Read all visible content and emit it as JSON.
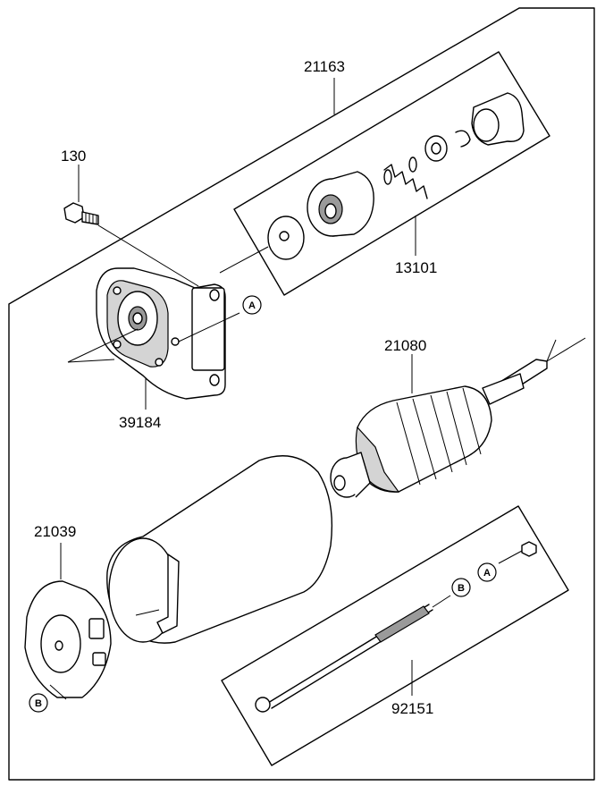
{
  "callouts": {
    "c21163": "21163",
    "c130": "130",
    "c13101": "13101",
    "c39184": "39184",
    "c21080": "21080",
    "c21039": "21039",
    "c92151": "92151"
  },
  "refs": {
    "a_cover": "A",
    "a_rod": "A",
    "b_rod": "B",
    "b_bracket": "B"
  }
}
